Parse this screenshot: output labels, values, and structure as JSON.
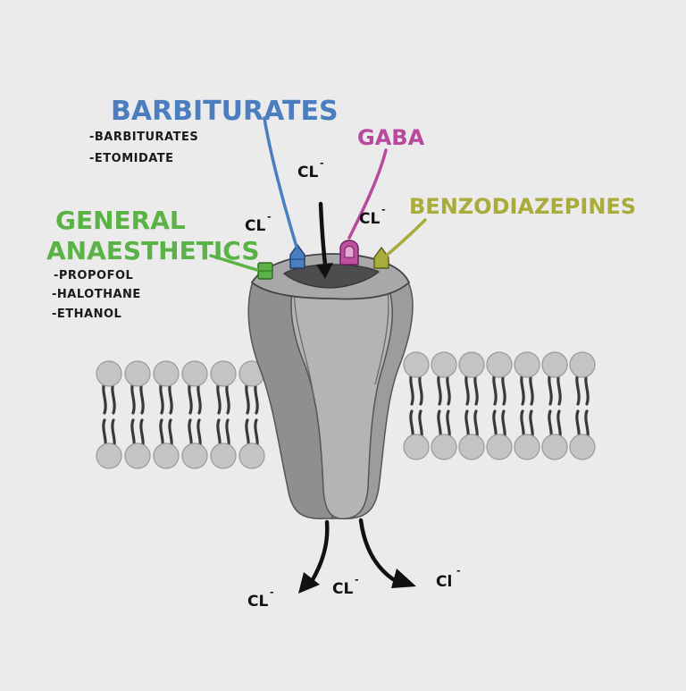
{
  "labels": {
    "barbiturates": {
      "title": "BARBITURATES",
      "items": [
        "-BARBITURATES",
        "-ETOMIDATE"
      ],
      "color": "#4a7ec0"
    },
    "gaba": {
      "title": "GABA",
      "color": "#b8499c"
    },
    "benzodiazepines": {
      "title": "BENZODIAZEPINES",
      "color": "#a9ab3a"
    },
    "general_anaesthetics": {
      "title_line1": "GENERAL",
      "title_line2": "ANAESTHETICS",
      "items": [
        "-PROPOFOL",
        "-HALOTHANE",
        "-ETHANOL"
      ],
      "color": "#5bb347"
    }
  },
  "ions": {
    "top_center": {
      "base": "CL",
      "charge": "-"
    },
    "top_left": {
      "base": "CL",
      "charge": "-"
    },
    "top_right": {
      "base": "CL",
      "charge": "-"
    },
    "bottom_left": {
      "base": "CL",
      "charge": "-"
    },
    "bottom_center": {
      "base": "CL",
      "charge": "-"
    },
    "bottom_right": {
      "base": "Cl",
      "charge": "-"
    }
  },
  "colors": {
    "background": "#ebebeb",
    "channel_dark": "#8f8f8f",
    "channel_mid": "#a3a3a3",
    "channel_light": "#bdbdbd",
    "lipid_head": "#c4c4c4",
    "lipid_tail": "#3a3a3a"
  },
  "membrane": {
    "left_columns": 6,
    "right_columns": 7
  }
}
